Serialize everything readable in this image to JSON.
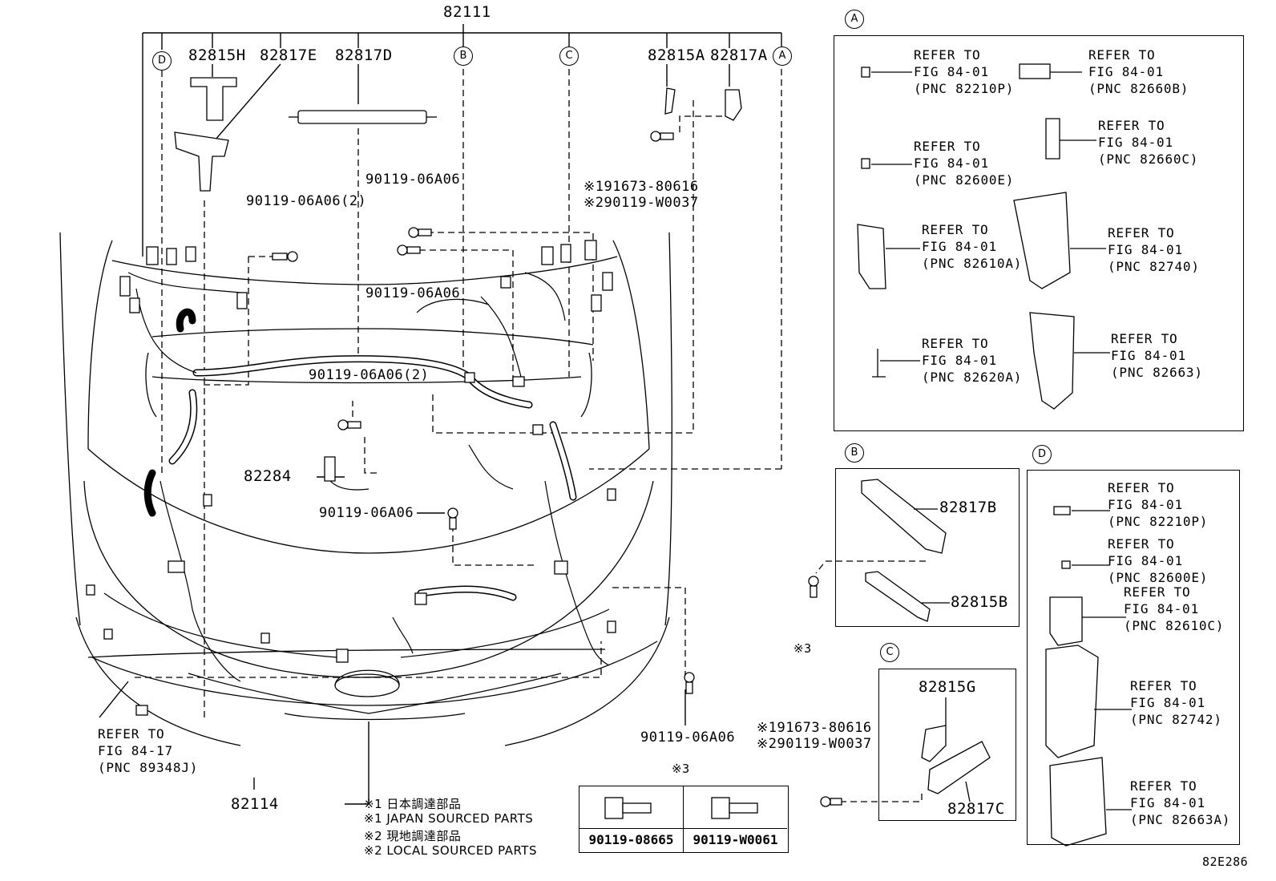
{
  "main_labels": {
    "top": "82111",
    "p1": "82815H",
    "p2": "82817E",
    "p3": "82817D",
    "p4": "82815A",
    "p5": "82817A",
    "b_left": "90119-06A06(2)",
    "b_mid1": "90119-06A06",
    "b_mid2": "90119-06A06",
    "b_ref1": "※191673-80616",
    "b_ref2": "※290119-W0037",
    "b_center": "90119-06A06(2)",
    "part_82284": "82284",
    "b_lower": "90119-06A06",
    "b_right_low": "90119-06A06",
    "bottom": "82114",
    "refer_left": [
      "REFER TO",
      "FIG 84-17",
      "(PNC 89348J)"
    ]
  },
  "callouts": {
    "a": "A",
    "b": "B",
    "c": "C",
    "d": "D"
  },
  "notes": [
    "※1 日本調達部品",
    "※1 JAPAN SOURCED PARTS",
    "※2 現地調達部品",
    "※2 LOCAL SOURCED PARTS"
  ],
  "fastener_table": {
    "title": "※3",
    "parts": [
      "90119-08665",
      "90119-W0061"
    ]
  },
  "panel_a": {
    "refs": [
      [
        "REFER TO",
        "FIG 84-01",
        "(PNC 82210P)"
      ],
      [
        "REFER TO",
        "FIG 84-01",
        "(PNC 82660B)"
      ],
      [
        "REFER TO",
        "FIG 84-01",
        "(PNC 82600E)"
      ],
      [
        "REFER TO",
        "FIG 84-01",
        "(PNC 82660C)"
      ],
      [
        "REFER TO",
        "FIG 84-01",
        "(PNC 82610A)"
      ],
      [
        "REFER TO",
        "FIG 84-01",
        "(PNC 82740)"
      ],
      [
        "REFER TO",
        "FIG 84-01",
        "(PNC 82620A)"
      ],
      [
        "REFER TO",
        "FIG 84-01",
        "(PNC 82663)"
      ]
    ]
  },
  "panel_b": {
    "p1": "82817B",
    "p2": "82815B",
    "note": "※3"
  },
  "panel_c": {
    "p1": "82815G",
    "p2": "82817C",
    "r1": "※191673-80616",
    "r2": "※290119-W0037"
  },
  "panel_d": {
    "refs": [
      [
        "REFER TO",
        "FIG 84-01",
        "(PNC 82210P)"
      ],
      [
        "REFER TO",
        "FIG 84-01",
        "(PNC 82600E)"
      ],
      [
        "REFER TO",
        "FIG 84-01",
        "(PNC 82610C)"
      ],
      [
        "REFER TO",
        "FIG 84-01",
        "(PNC 82742)"
      ],
      [
        "REFER TO",
        "FIG 84-01",
        "(PNC 82663A)"
      ]
    ]
  },
  "figure_id": "82E286"
}
